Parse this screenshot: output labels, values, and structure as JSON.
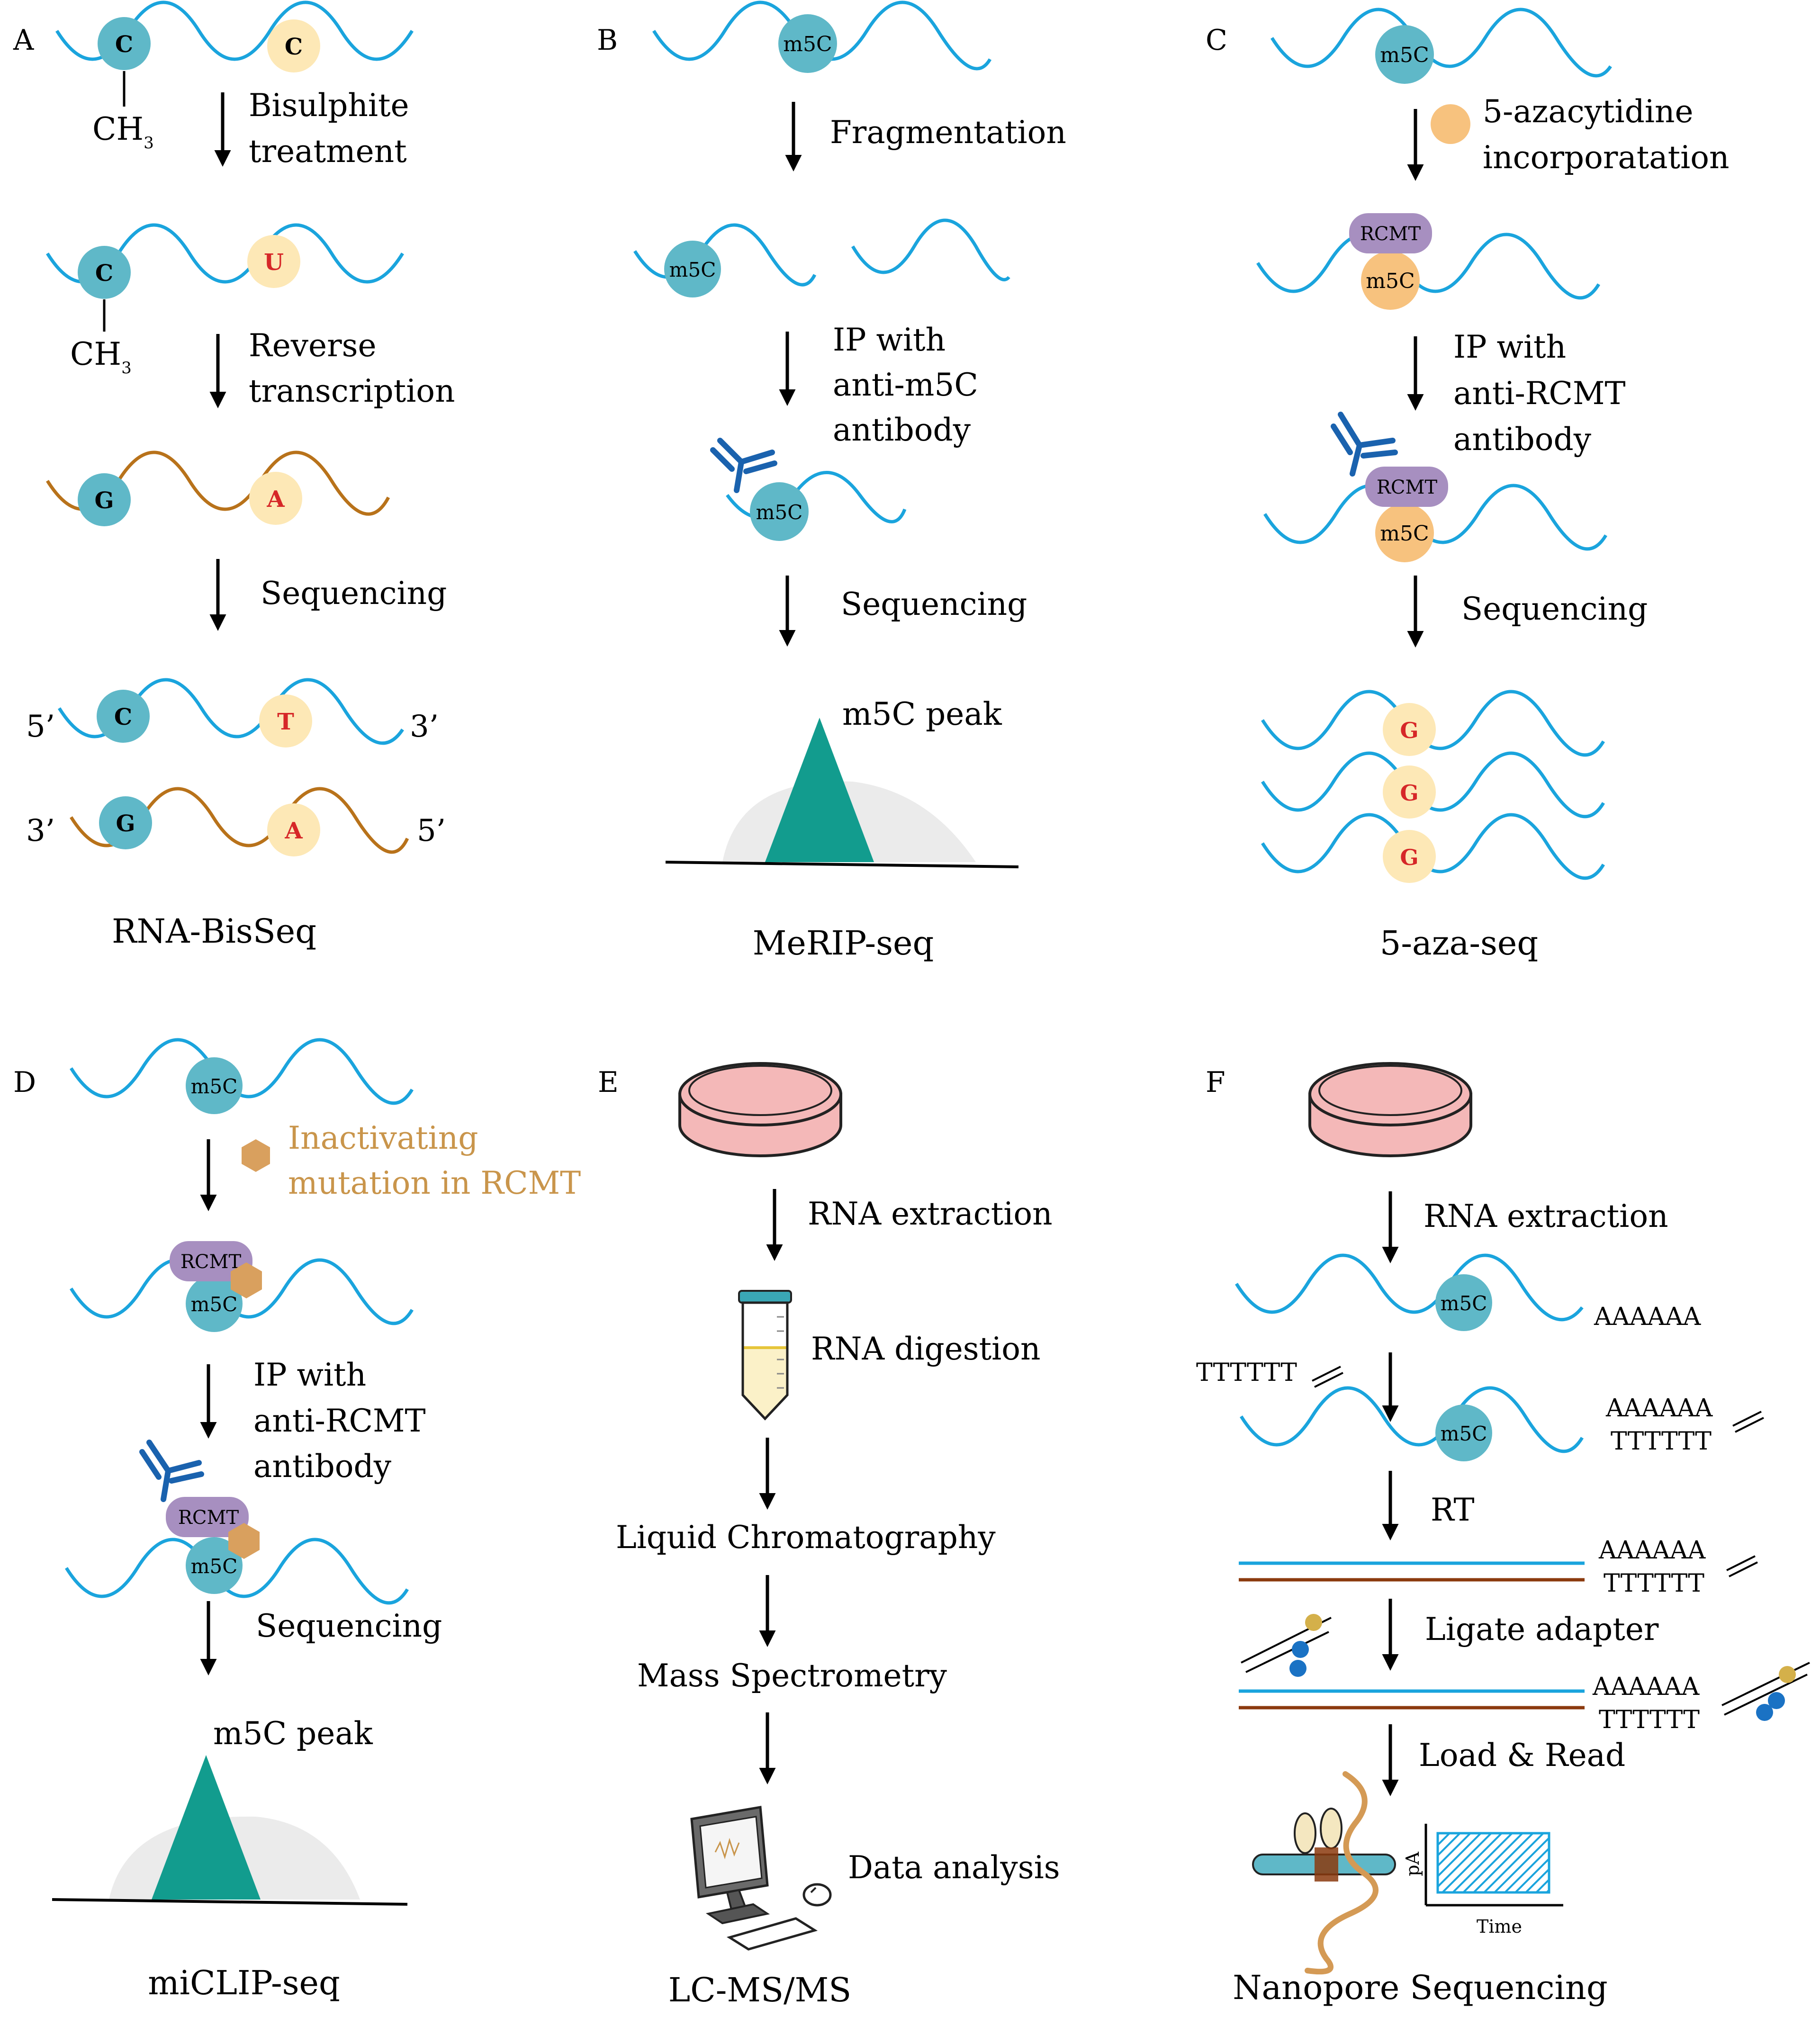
{
  "colors": {
    "rna_strand": "#1aa4dd",
    "cdna_strand": "#b8721a",
    "nucleotide_teal": "#5fb8c8",
    "nucleotide_cream": "#fde8b6",
    "aza_orange": "#f7c27e",
    "rcmt_purple": "#a78fc0",
    "mutation_tan": "#d9a05e",
    "antibody_blue": "#1a62ae",
    "peak_teal": "#129c8e",
    "peak_bg": "#ebebeb",
    "red_base": "#d62728",
    "mutation_text": "#c9954b",
    "dish_pink": "#f4b8b8"
  },
  "panelA": {
    "letter": "A",
    "row1": {
      "base1": "C",
      "base2": "C",
      "methyl": "CH",
      "sub": "3"
    },
    "step1": [
      "Bisulphite",
      "treatment"
    ],
    "row2": {
      "base1": "C",
      "base2": "U",
      "methyl": "CH",
      "sub": "3"
    },
    "step2": [
      "Reverse",
      "transcription"
    ],
    "row3": {
      "base1": "G",
      "base2": "A"
    },
    "step3": "Sequencing",
    "top": {
      "base1": "C",
      "base2": "T",
      "left": "5’",
      "right": "3’"
    },
    "bottom": {
      "base1": "G",
      "base2": "A",
      "left": "3’",
      "right": "5’"
    },
    "label": "RNA-BisSeq"
  },
  "panelB": {
    "letter": "B",
    "mod": "m5C",
    "step1": "Fragmentation",
    "step2": [
      "IP with",
      "anti-m5C",
      "antibody"
    ],
    "step3": "Sequencing",
    "peak": "m5C peak",
    "label": "MeRIP-seq"
  },
  "panelC": {
    "letter": "C",
    "mod": "m5C",
    "step1": [
      "5-azacytidine",
      "incorporatation"
    ],
    "enzyme": "RCMT",
    "step2": [
      "IP with",
      "anti-RCMT",
      "antibody"
    ],
    "step3": "Sequencing",
    "bases": [
      "G",
      "G",
      "G"
    ],
    "label": "5-aza-seq"
  },
  "panelD": {
    "letter": "D",
    "mod": "m5C",
    "step1": [
      "Inactivating",
      "mutation in RCMT"
    ],
    "enzyme": "RCMT",
    "step2": [
      "IP with",
      "anti-RCMT",
      "antibody"
    ],
    "step3": "Sequencing",
    "peak": "m5C peak",
    "label": "miCLIP-seq"
  },
  "panelE": {
    "letter": "E",
    "step1": "RNA extraction",
    "step2": "RNA digestion",
    "step3": "Liquid Chromatography",
    "step4": "Mass Spectrometry",
    "step5": "Data analysis",
    "label": "LC-MS/MS"
  },
  "panelF": {
    "letter": "F",
    "step1": "RNA extraction",
    "mod": "m5C",
    "polyA": "AAAAAA",
    "polyT": "TTTTTT",
    "step2": "RT",
    "step3": "Ligate adapter",
    "step4": "Load  &  Read",
    "yaxis": "pA",
    "xaxis": "Time",
    "label": "Nanopore Sequencing"
  }
}
